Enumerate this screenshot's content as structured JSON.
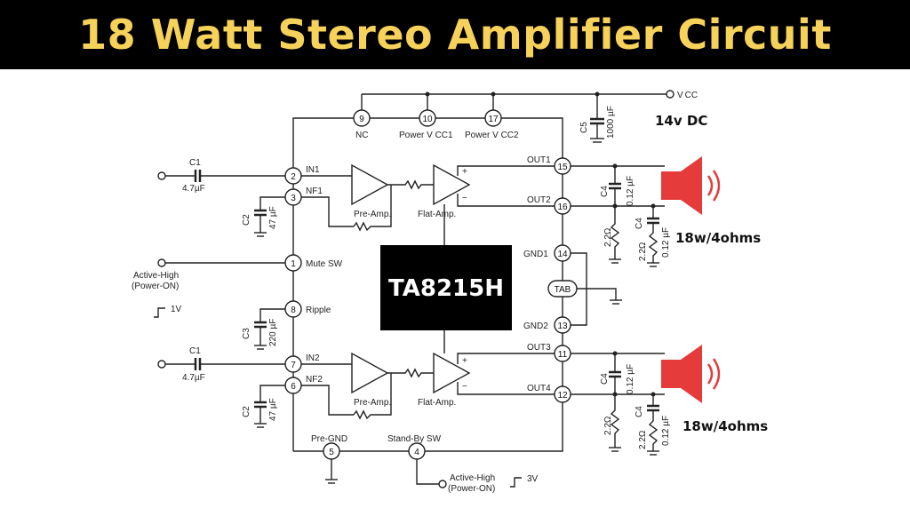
{
  "title": "18 Watt Stereo Amplifier Circuit",
  "chip": "TA8215H",
  "supply": {
    "vcc": "V CC",
    "voltage": "14v DC",
    "cap_name": "C5",
    "cap_value": "1000 µF"
  },
  "output_rating_1": "18w/4ohms",
  "output_rating_2": "18w/4ohms",
  "pins": {
    "p9": {
      "num": "9",
      "label": "NC"
    },
    "p10": {
      "num": "10",
      "label": "Power V CC1"
    },
    "p17": {
      "num": "17",
      "label": "Power V CC2"
    },
    "p2": {
      "num": "2",
      "label": "IN1"
    },
    "p3": {
      "num": "3",
      "label": "NF1"
    },
    "p1": {
      "num": "1",
      "label": "Mute SW"
    },
    "p8": {
      "num": "8",
      "label": "Ripple"
    },
    "p7": {
      "num": "7",
      "label": "IN2"
    },
    "p6": {
      "num": "6",
      "label": "NF2"
    },
    "p5": {
      "num": "5",
      "label": "Pre-GND"
    },
    "p4": {
      "num": "4",
      "label": "Stand-By SW"
    },
    "p15": {
      "num": "15",
      "label": "OUT1"
    },
    "p16": {
      "num": "16",
      "label": "OUT2"
    },
    "p14": {
      "num": "14",
      "label": "GND1"
    },
    "p13": {
      "num": "13",
      "label": "GND2"
    },
    "p11": {
      "num": "11",
      "label": "OUT3"
    },
    "p12": {
      "num": "12",
      "label": "OUT4"
    },
    "tab": {
      "num": "TAB"
    }
  },
  "blocks": {
    "preamp": "Pre-Amp.",
    "flatamp": "Flat-Amp."
  },
  "components": {
    "c1": "C1",
    "c1_val": "4.7µF",
    "c2": "C2",
    "c2_val": "47 µF",
    "c3": "C3",
    "c3_val": "220 µF",
    "c4": "C4",
    "c4_val": "0.12 µF",
    "r": "2.2Ω"
  },
  "mute_label": [
    "Active-High",
    "(Power-ON)"
  ],
  "mute_level": "1V",
  "standby_label": [
    "Active-High",
    "(Power-ON)"
  ],
  "standby_level": "3V"
}
